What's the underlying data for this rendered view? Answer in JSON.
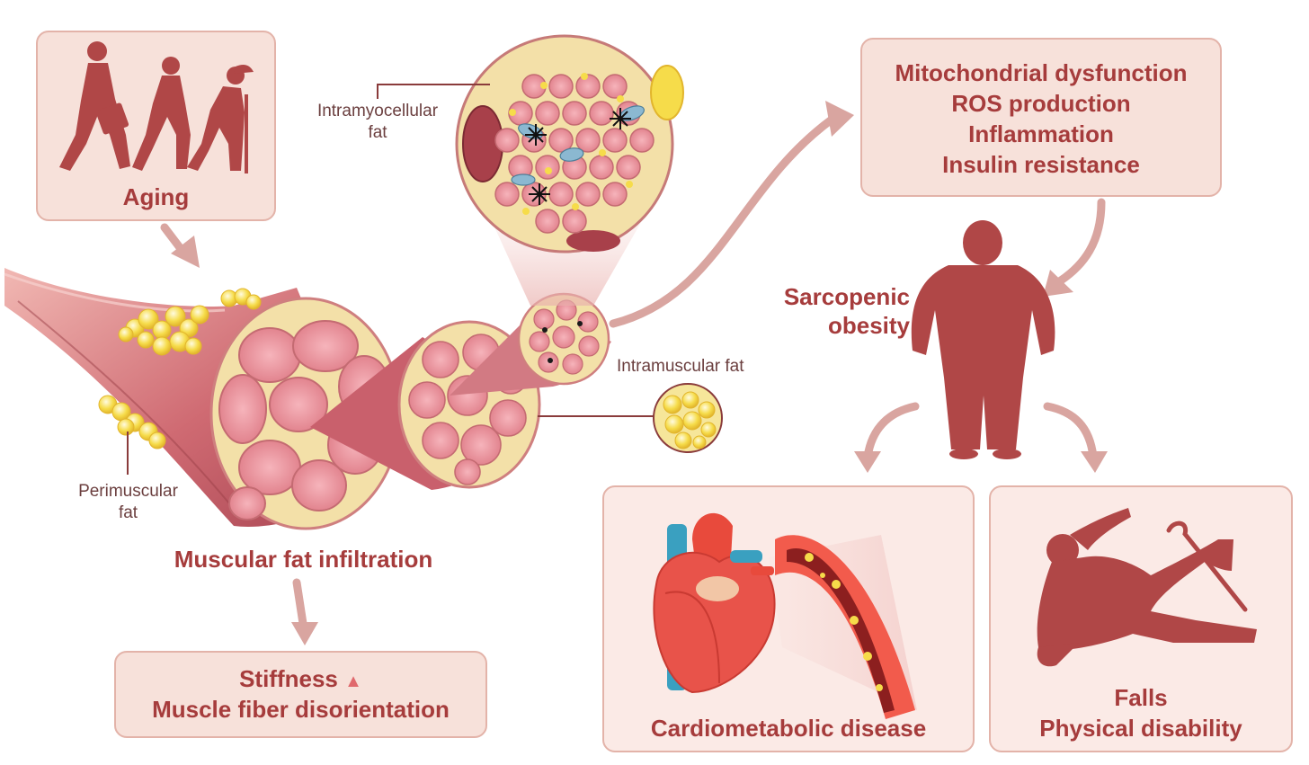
{
  "aging": {
    "label": "Aging"
  },
  "mechanisms": {
    "items": [
      "Mitochondrial dysfunction",
      "ROS production",
      "Inflammation",
      "Insulin resistance"
    ]
  },
  "labels": {
    "intramyocellular_line1": "Intramyocellular",
    "intramyocellular_line2": "fat",
    "intramuscular": "Intramuscular fat",
    "perimuscular_line1": "Perimuscular",
    "perimuscular_line2": "fat"
  },
  "sarcopenic": {
    "line1": "Sarcopenic",
    "line2": "obesity"
  },
  "infiltration": {
    "title": "Muscular fat infiltration"
  },
  "stiffness": {
    "line1": "Stiffness",
    "line1_symbol": "▲",
    "line2": "Muscle fiber disorientation"
  },
  "cardio": {
    "label": "Cardiometabolic disease"
  },
  "falls": {
    "line1": "Falls",
    "line2": "Physical disability"
  },
  "colors": {
    "accent": "#a63c3c",
    "box_fill": "#f7e1da",
    "box_border": "#e3b3a9",
    "arrow": "#d9a5a0",
    "fat": "#f6dc4a",
    "muscle": "#d9737a"
  }
}
